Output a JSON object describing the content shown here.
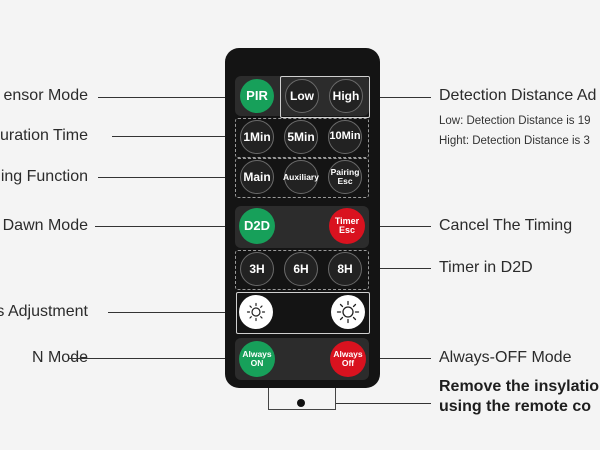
{
  "labels_left": {
    "sensor_mode": "ensor Mode",
    "duration_time": "Duration Time",
    "pairing_function": "ing Function",
    "dawn_mode": "Dawn Mode",
    "adjustment": "s Adjustment",
    "on_mode": "N Mode"
  },
  "labels_right": {
    "detection_distance": "Detection Distance Ad",
    "low_detection": "Low: Detection Distance is 19",
    "high_detection": "Hight: Detection Distance is 3",
    "cancel_timing": "Cancel The Timing",
    "timer_d2d": "Timer in D2D",
    "always_off_mode": "Always-OFF Mode",
    "remove_line1": "Remove the insylatio",
    "remove_line2": "using the remote co"
  },
  "buttons": {
    "pir": "PIR",
    "low": "Low",
    "high": "High",
    "min1": "1Min",
    "min5": "5Min",
    "min10": "10Min",
    "main": "Main",
    "auxiliary": "Auxiliary",
    "pairing_esc": "Pairing\nEsc",
    "d2d": "D2D",
    "timer_esc": "Timer\nEsc",
    "h3": "3H",
    "h6": "6H",
    "h8": "8H",
    "always_on": "Always\nON",
    "always_off": "Always\nOff"
  },
  "icons": {
    "brightness_down": "brightness-down-icon",
    "brightness_up": "brightness-up-icon"
  },
  "colors": {
    "green": "#17a05a",
    "red": "#d9121f",
    "remote_body": "#141414"
  }
}
